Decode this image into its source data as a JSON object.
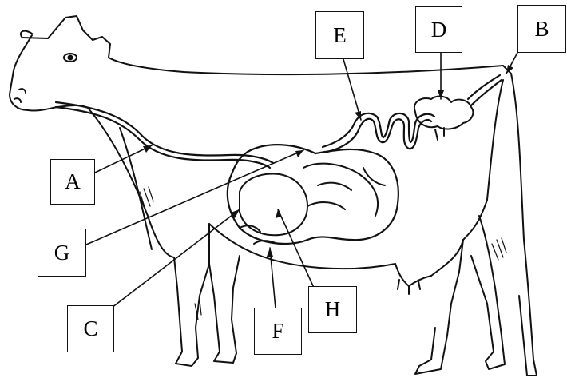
{
  "diagram": {
    "labels": {
      "a": "A",
      "b": "B",
      "c": "C",
      "d": "D",
      "e": "E",
      "f": "F",
      "g": "G",
      "h": "H"
    },
    "colors": {
      "ink": "#111111",
      "background": "#ffffff"
    }
  }
}
